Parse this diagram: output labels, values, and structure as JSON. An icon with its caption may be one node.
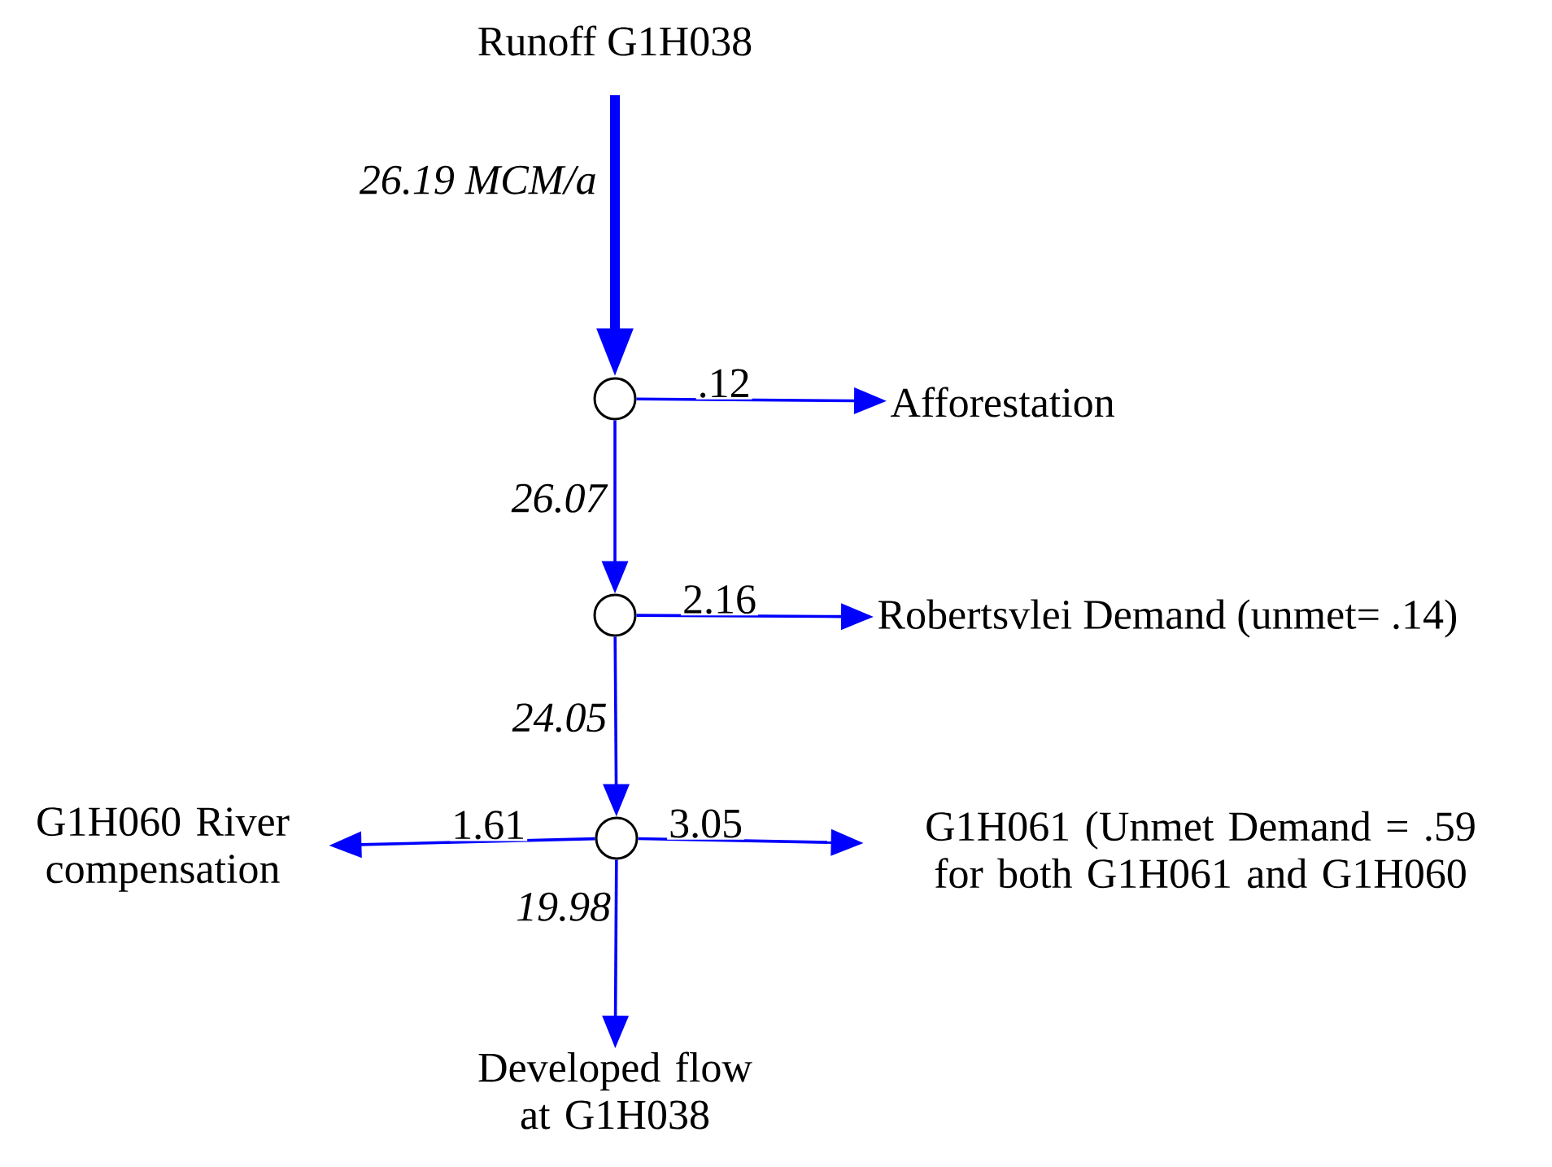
{
  "diagram": {
    "nodes": [
      {
        "text": [
          "Runoff G1H038"
        ]
      },
      {
        "text": [],
        "shape": "circle"
      },
      {
        "text": [
          "Afforestation"
        ]
      },
      {
        "text": [],
        "shape": "circle"
      },
      {
        "text": [
          "Robertsvlei Demand (unmet= .14)"
        ]
      },
      {
        "text": [],
        "shape": "circle"
      },
      {
        "text": [
          "G1H060 River compensation"
        ]
      },
      {
        "text": [
          "G1H061 (Unmet Demand = .59 for both G1H061 and G1H060"
        ]
      },
      {
        "text": [
          "Developed flow at G1H038"
        ]
      }
    ],
    "edges": [
      {
        "from": 0,
        "to": 1,
        "arrow": "to",
        "label": "26.19  MCM/a",
        "style": "thick"
      },
      {
        "from": 1,
        "to": 2,
        "arrow": "to",
        "label": ".12"
      },
      {
        "from": 1,
        "to": 3,
        "arrow": "to",
        "label": "26.07"
      },
      {
        "from": 3,
        "to": 4,
        "arrow": "to",
        "label": "2.16"
      },
      {
        "from": 3,
        "to": 5,
        "arrow": "to",
        "label": "24.05"
      },
      {
        "from": 5,
        "to": 6,
        "arrow": "to",
        "label": "1.61"
      },
      {
        "from": 5,
        "to": 7,
        "arrow": "to",
        "label": "3.05"
      },
      {
        "from": 5,
        "to": 8,
        "arrow": "to",
        "label": "19.98"
      }
    ]
  }
}
